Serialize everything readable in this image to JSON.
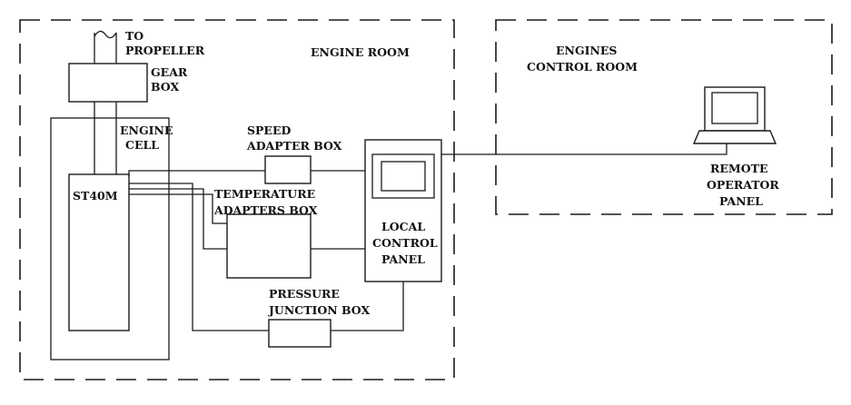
{
  "regions": {
    "engine_room": "ENGINE ROOM",
    "control_room_line1": "ENGINES",
    "control_room_line2": "CONTROL ROOM"
  },
  "labels": {
    "propeller_line1": "TO",
    "propeller_line2": "PROPELLER",
    "gearbox_line1": "GEAR",
    "gearbox_line2": "BOX",
    "engine_cell_line1": "ENGINE",
    "engine_cell_line2": "CELL",
    "engine": "ST40M",
    "speed_line1": "SPEED",
    "speed_line2": "ADAPTER BOX",
    "temp_line1": "TEMPERATURE",
    "temp_line2": "ADAPTERS BOX",
    "local_line1": "LOCAL",
    "local_line2": "CONTROL",
    "local_line3": "PANEL",
    "pressure_line1": "PRESSURE",
    "pressure_line2": "JUNCTION BOX",
    "remote_line1": "REMOTE",
    "remote_line2": "OPERATOR",
    "remote_line3": "PANEL"
  }
}
